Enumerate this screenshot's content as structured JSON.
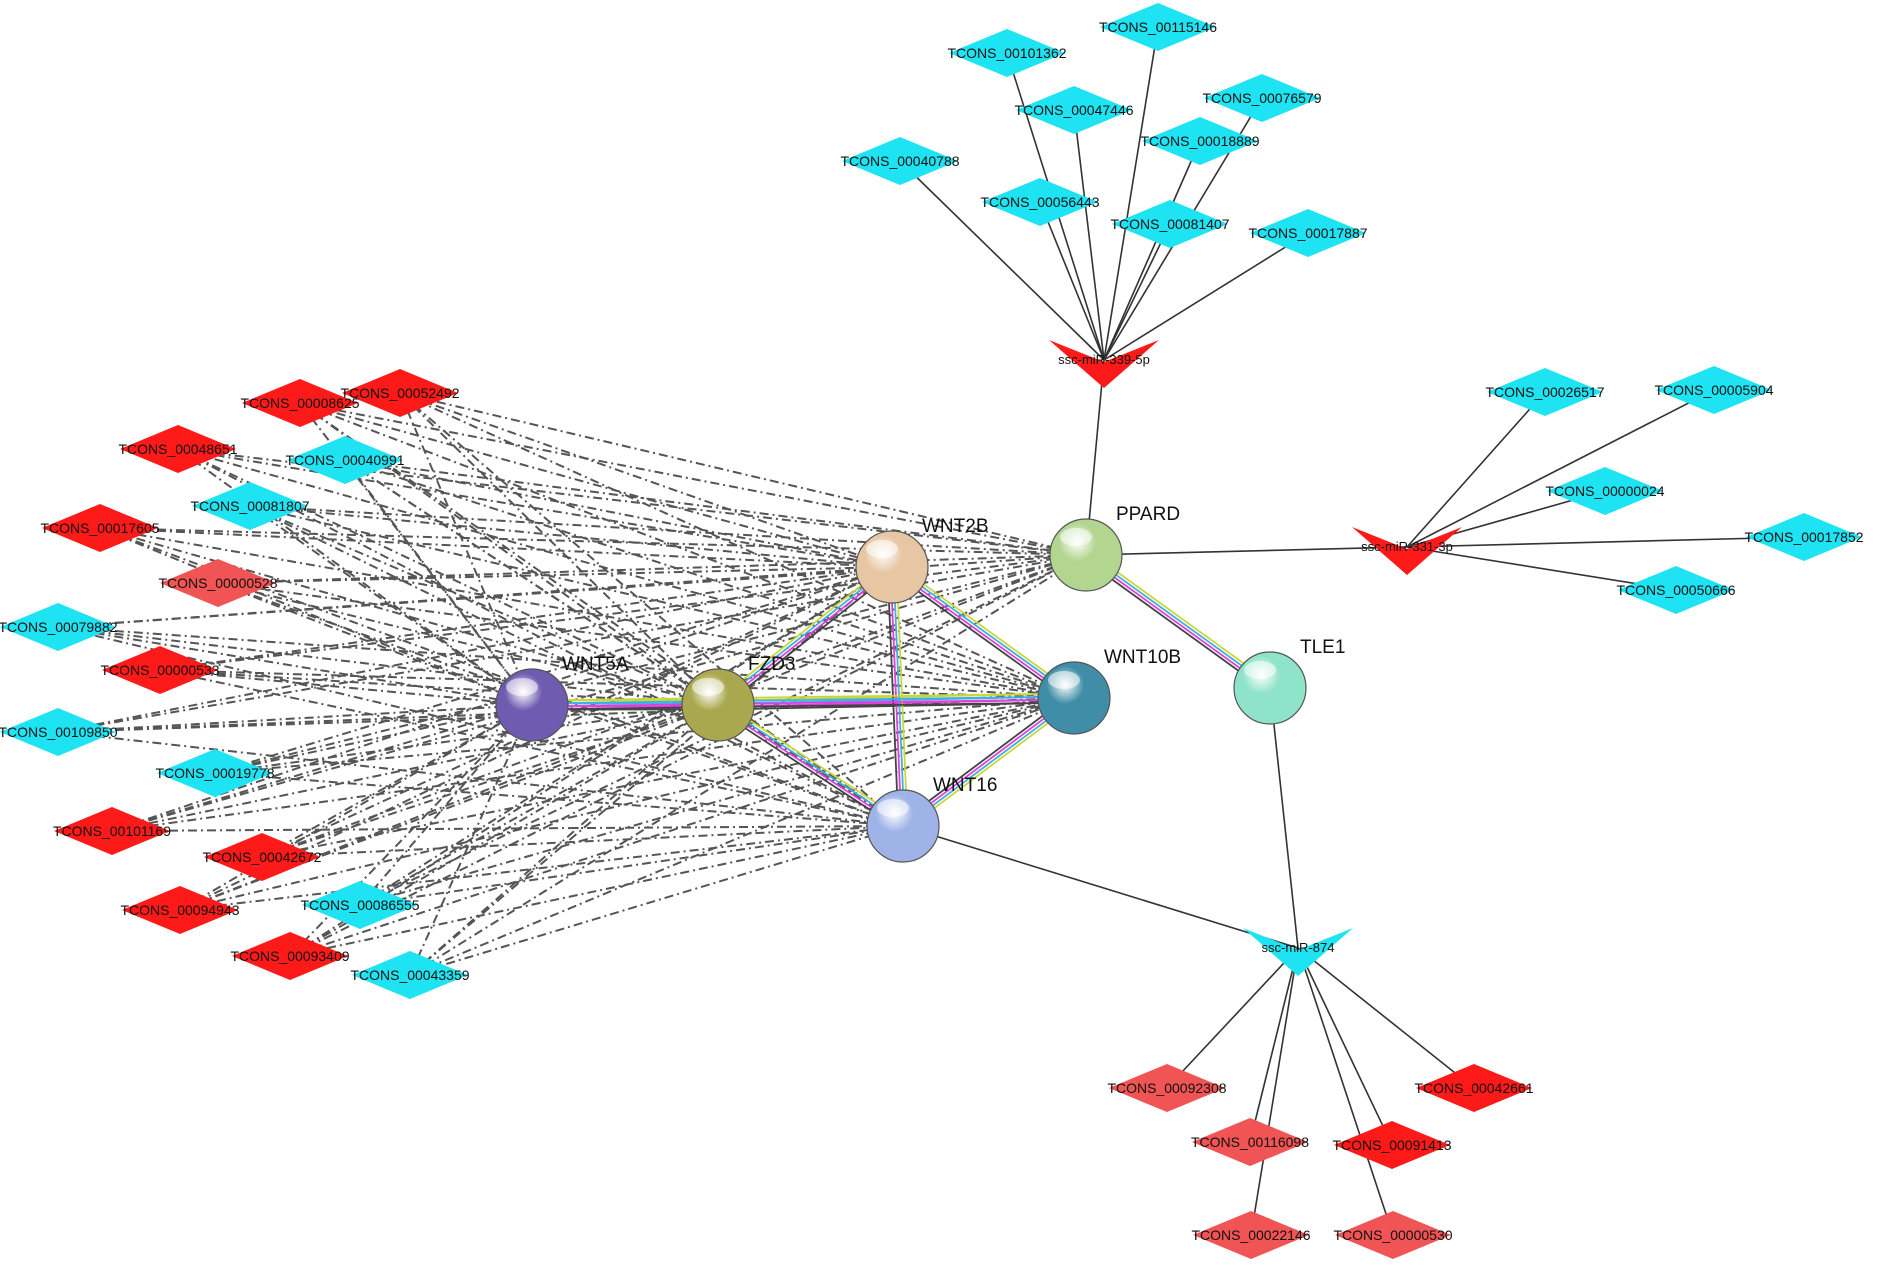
{
  "colors": {
    "red": "#ff1a1a",
    "light_red": "#f05454",
    "cyan": "#1ee3f2",
    "edge": "#333333",
    "dashed": "#555555",
    "ppi": [
      "#c8d83a",
      "#3fb0e6",
      "#e040e0",
      "#444444"
    ]
  },
  "genes": [
    {
      "id": "WNT5A",
      "label": "WNT5A",
      "color": "#6f5bb0"
    },
    {
      "id": "FZD3",
      "label": "FZD3",
      "color": "#a9a84e"
    },
    {
      "id": "WNT2B",
      "label": "WNT2B",
      "color": "#e7c6a3"
    },
    {
      "id": "PPARD",
      "label": "PPARD",
      "color": "#b2d690"
    },
    {
      "id": "WNT10B",
      "label": "WNT10B",
      "color": "#3f8da6"
    },
    {
      "id": "WNT16",
      "label": "WNT16",
      "color": "#9fb3e8"
    },
    {
      "id": "TLE1",
      "label": "TLE1",
      "color": "#8fe3c8"
    }
  ],
  "mirnas": [
    {
      "id": "m339",
      "label": "ssc-miR-339-5p",
      "color": "red"
    },
    {
      "id": "m331",
      "label": "ssc-miR-331-3p",
      "color": "red"
    },
    {
      "id": "m874",
      "label": "ssc-miR-874",
      "color": "cyan"
    }
  ],
  "lncrnas": [
    {
      "id": "c1",
      "label": "TCONS_00115146",
      "color": "cyan"
    },
    {
      "id": "c2",
      "label": "TCONS_00101362",
      "color": "cyan"
    },
    {
      "id": "c3",
      "label": "TCONS_00076579",
      "color": "cyan"
    },
    {
      "id": "c4",
      "label": "TCONS_00047446",
      "color": "cyan"
    },
    {
      "id": "c5",
      "label": "TCONS_00018889",
      "color": "cyan"
    },
    {
      "id": "c6",
      "label": "TCONS_00040788",
      "color": "cyan"
    },
    {
      "id": "c7",
      "label": "TCONS_00056443",
      "color": "cyan"
    },
    {
      "id": "c8",
      "label": "TCONS_00081407",
      "color": "cyan"
    },
    {
      "id": "c9",
      "label": "TCONS_00017887",
      "color": "cyan"
    },
    {
      "id": "d1",
      "label": "TCONS_00026517",
      "color": "cyan"
    },
    {
      "id": "d2",
      "label": "TCONS_00005904",
      "color": "cyan"
    },
    {
      "id": "d3",
      "label": "TCONS_00000024",
      "color": "cyan"
    },
    {
      "id": "d4",
      "label": "TCONS_00017852",
      "color": "cyan"
    },
    {
      "id": "d5",
      "label": "TCONS_00050666",
      "color": "cyan"
    },
    {
      "id": "l1",
      "label": "TCONS_00052492",
      "color": "red"
    },
    {
      "id": "l2",
      "label": "TCONS_00008625",
      "color": "red"
    },
    {
      "id": "l3",
      "label": "TCONS_00048651",
      "color": "red"
    },
    {
      "id": "l4",
      "label": "TCONS_00040991",
      "color": "cyan"
    },
    {
      "id": "l5",
      "label": "TCONS_00081807",
      "color": "cyan"
    },
    {
      "id": "l6",
      "label": "TCONS_00017605",
      "color": "red"
    },
    {
      "id": "l7",
      "label": "TCONS_00000528",
      "color": "light_red"
    },
    {
      "id": "l8",
      "label": "TCONS_00079882",
      "color": "cyan"
    },
    {
      "id": "l9",
      "label": "TCONS_00000533",
      "color": "red"
    },
    {
      "id": "l10",
      "label": "TCONS_00109850",
      "color": "cyan"
    },
    {
      "id": "l11",
      "label": "TCONS_00019778",
      "color": "cyan"
    },
    {
      "id": "l12",
      "label": "TCONS_00101169",
      "color": "red"
    },
    {
      "id": "l13",
      "label": "TCONS_00042672",
      "color": "red"
    },
    {
      "id": "l14",
      "label": "TCONS_00094943",
      "color": "red"
    },
    {
      "id": "l15",
      "label": "TCONS_00086555",
      "color": "cyan"
    },
    {
      "id": "l16",
      "label": "TCONS_00093409",
      "color": "red"
    },
    {
      "id": "l17",
      "label": "TCONS_00043359",
      "color": "cyan"
    },
    {
      "id": "b1",
      "label": "TCONS_00092308",
      "color": "light_red"
    },
    {
      "id": "b2",
      "label": "TCONS_00042661",
      "color": "red"
    },
    {
      "id": "b3",
      "label": "TCONS_00116098",
      "color": "light_red"
    },
    {
      "id": "b4",
      "label": "TCONS_00091413",
      "color": "red"
    },
    {
      "id": "b5",
      "label": "TCONS_00022146",
      "color": "light_red"
    },
    {
      "id": "b6",
      "label": "TCONS_00000530",
      "color": "light_red"
    }
  ],
  "ppi_edges": [
    [
      "WNT5A",
      "FZD3"
    ],
    [
      "FZD3",
      "WNT2B"
    ],
    [
      "FZD3",
      "WNT10B"
    ],
    [
      "FZD3",
      "WNT16"
    ],
    [
      "WNT2B",
      "WNT10B"
    ],
    [
      "WNT2B",
      "WNT16"
    ],
    [
      "WNT10B",
      "WNT16"
    ],
    [
      "PPARD",
      "TLE1"
    ],
    [
      "WNT5A",
      "WNT10B"
    ]
  ],
  "solid_edges": [
    [
      "c1",
      "m339"
    ],
    [
      "c2",
      "m339"
    ],
    [
      "c3",
      "m339"
    ],
    [
      "c4",
      "m339"
    ],
    [
      "c5",
      "m339"
    ],
    [
      "c6",
      "m339"
    ],
    [
      "c7",
      "m339"
    ],
    [
      "c8",
      "m339"
    ],
    [
      "c9",
      "m339"
    ],
    [
      "m339",
      "PPARD"
    ],
    [
      "d1",
      "m331"
    ],
    [
      "d2",
      "m331"
    ],
    [
      "d3",
      "m331"
    ],
    [
      "d4",
      "m331"
    ],
    [
      "d5",
      "m331"
    ],
    [
      "m331",
      "PPARD"
    ],
    [
      "TLE1",
      "m874"
    ],
    [
      "WNT16",
      "m874"
    ],
    [
      "b1",
      "m874"
    ],
    [
      "b2",
      "m874"
    ],
    [
      "b3",
      "m874"
    ],
    [
      "b4",
      "m874"
    ],
    [
      "b5",
      "m874"
    ],
    [
      "b6",
      "m874"
    ]
  ],
  "dashed_sources": [
    "l1",
    "l2",
    "l3",
    "l4",
    "l5",
    "l6",
    "l7",
    "l8",
    "l9",
    "l10",
    "l11",
    "l12",
    "l13",
    "l14",
    "l15",
    "l16",
    "l17"
  ],
  "dashed_targets": [
    "WNT5A",
    "FZD3",
    "WNT2B",
    "PPARD",
    "WNT10B",
    "WNT16"
  ]
}
